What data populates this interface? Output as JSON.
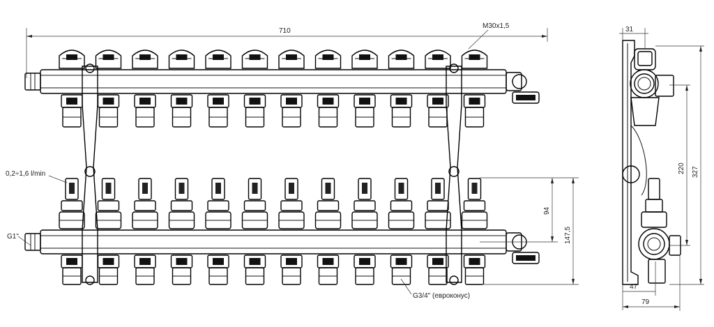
{
  "dimensions": {
    "total_width": "710",
    "thread": "M30x1,5",
    "flow_range": "0,2÷1,6 l/min",
    "inlet": "G1\"",
    "height_94": "94",
    "height_147": "147,5",
    "outlet": "G3/4\" (евроконус)",
    "side_31": "31",
    "side_220": "220",
    "side_327": "327",
    "side_47": "47",
    "side_79": "79"
  },
  "circuits": 12
}
